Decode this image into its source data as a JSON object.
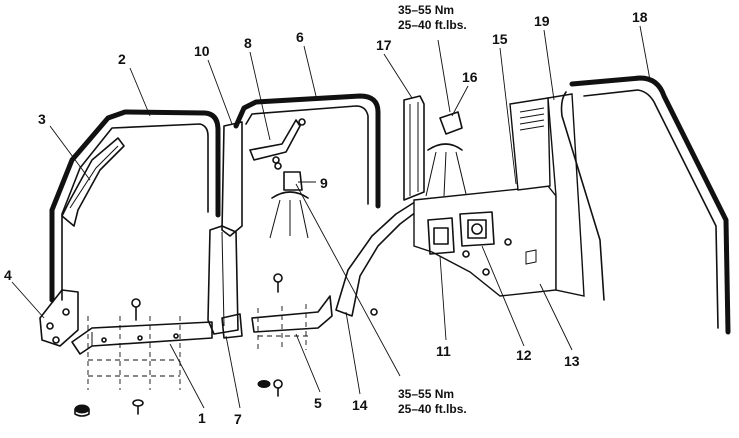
{
  "callouts": {
    "c1": "1",
    "c2": "2",
    "c3": "3",
    "c4": "4",
    "c5": "5",
    "c6": "6",
    "c7": "7",
    "c8": "8",
    "c9": "9",
    "c10": "10",
    "c11": "11",
    "c12": "12",
    "c13": "13",
    "c14": "14",
    "c15": "15",
    "c16": "16",
    "c17": "17",
    "c18": "18",
    "c19": "19"
  },
  "torque_top": {
    "nm": "35–55  Nm",
    "ftlbs": "25–40  ft.lbs."
  },
  "torque_bottom": {
    "nm": "35–55  Nm",
    "ftlbs": "25–40  ft.lbs."
  }
}
